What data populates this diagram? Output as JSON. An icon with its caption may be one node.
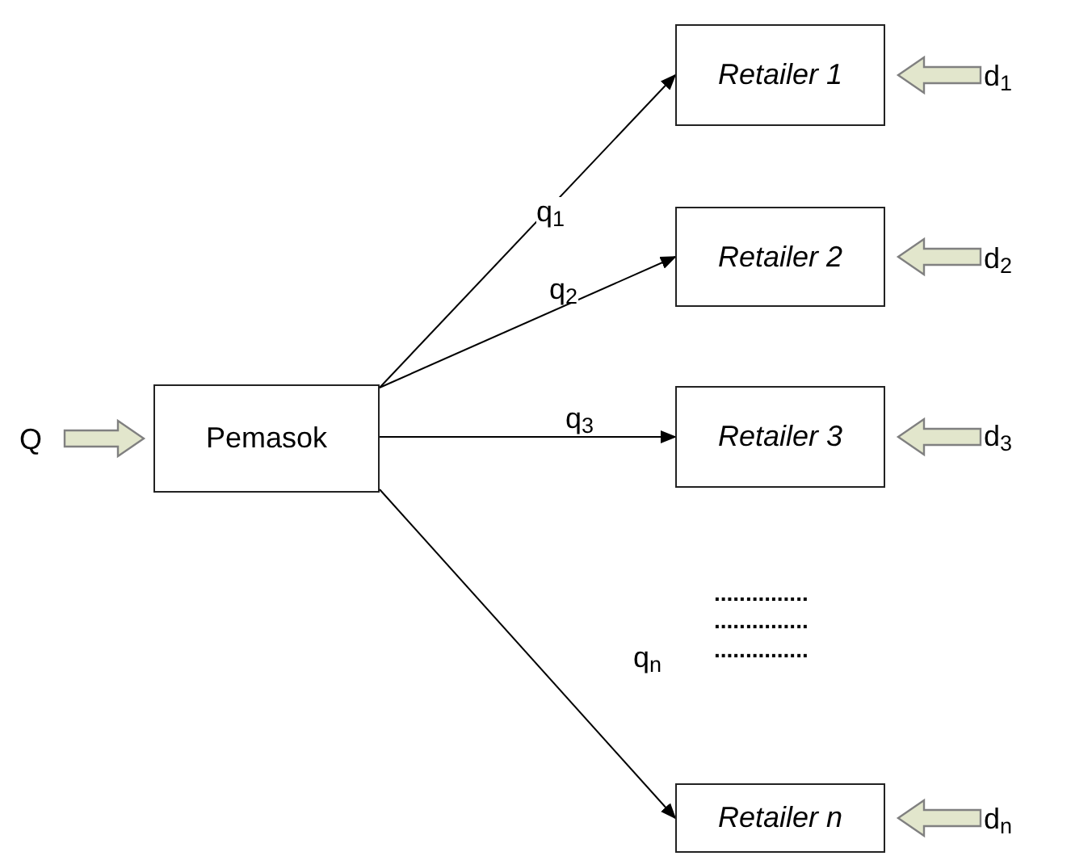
{
  "diagram": {
    "nodes": [
      {
        "text": [
          "Q"
        ]
      },
      {
        "text": [
          "Pemasok"
        ]
      },
      {
        "text": [
          "Retailer 1"
        ]
      },
      {
        "text": [
          "Retailer 2"
        ]
      },
      {
        "text": [
          "Retailer 3"
        ]
      },
      {
        "text": [
          "Retailer n"
        ]
      },
      {
        "text": [
          "d$_{1}$"
        ]
      },
      {
        "text": [
          "d$_{2}$"
        ]
      },
      {
        "text": [
          "d$_{3}$"
        ]
      },
      {
        "text": [
          "d$_{n}$"
        ]
      }
    ],
    "edges": [
      {
        "from": 0,
        "to": 1,
        "arrow": "to",
        "style": "thick"
      },
      {
        "from": 1,
        "to": 2,
        "arrow": "to",
        "label": "q$_{1}$"
      },
      {
        "from": 1,
        "to": 3,
        "arrow": "to",
        "label": "q$_{2}$"
      },
      {
        "from": 1,
        "to": 4,
        "arrow": "to",
        "label": "q$_{3}$"
      },
      {
        "from": 1,
        "to": 5,
        "arrow": "to",
        "label": "q$_{n}$"
      },
      {
        "from": 6,
        "to": 2,
        "arrow": "to",
        "style": "thick"
      },
      {
        "from": 7,
        "to": 3,
        "arrow": "to",
        "style": "thick"
      },
      {
        "from": 8,
        "to": 4,
        "arrow": "to",
        "style": "thick"
      },
      {
        "from": 9,
        "to": 5,
        "arrow": "to",
        "style": "thick"
      }
    ],
    "labels": [
      "...............",
      "...............",
      "..............."
    ]
  }
}
